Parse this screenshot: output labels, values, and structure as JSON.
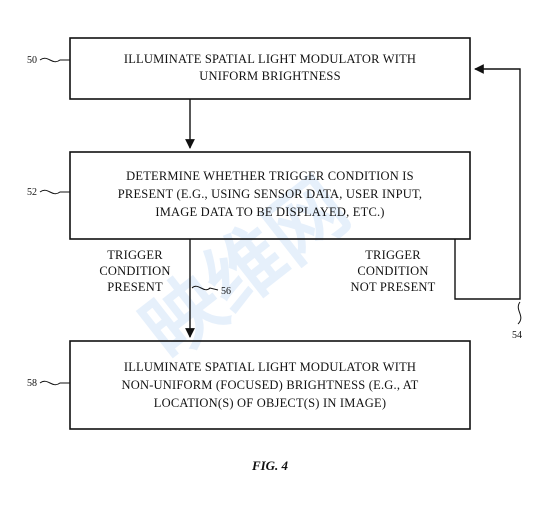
{
  "watermark": {
    "text": "映维网"
  },
  "boxes": {
    "b50": {
      "ref": "50",
      "lines": [
        "ILLUMINATE SPATIAL LIGHT MODULATOR WITH",
        "UNIFORM BRIGHTNESS"
      ]
    },
    "b52": {
      "ref": "52",
      "lines": [
        "DETERMINE WHETHER TRIGGER CONDITION IS",
        "PRESENT (E.G., USING SENSOR DATA, USER INPUT,",
        "IMAGE DATA TO BE DISPLAYED, ETC.)"
      ]
    },
    "b58": {
      "ref": "58",
      "lines": [
        "ILLUMINATE SPATIAL LIGHT MODULATOR WITH",
        "NON-UNIFORM (FOCUSED) BRIGHTNESS (E.G., AT",
        "LOCATION(S) OF OBJECT(S) IN IMAGE)"
      ]
    }
  },
  "branches": {
    "present": {
      "lines": [
        "TRIGGER",
        "CONDITION",
        "PRESENT"
      ],
      "ref": "56"
    },
    "not_present": {
      "lines": [
        "TRIGGER",
        "CONDITION",
        "NOT PRESENT"
      ],
      "ref": "54"
    }
  },
  "figure_label": "FIG. 4"
}
